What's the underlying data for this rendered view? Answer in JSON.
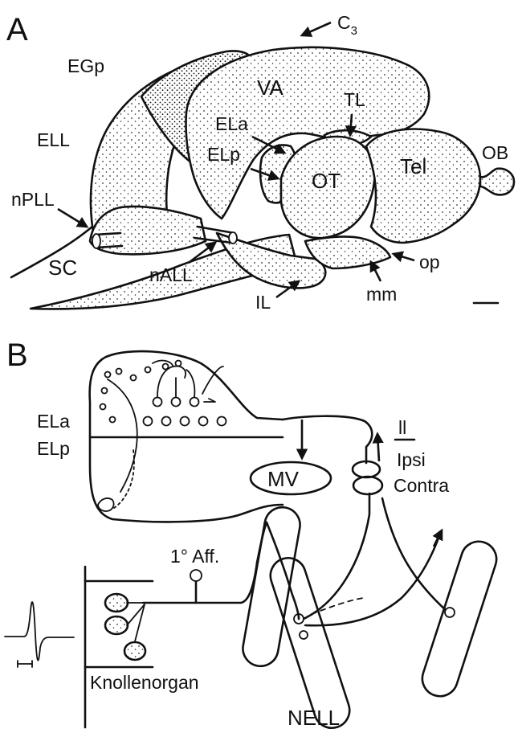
{
  "panel_a": {
    "letter": "A",
    "labels": {
      "c3_main": "C",
      "c3_sub": "3",
      "egp": "EGp",
      "ell": "ELL",
      "va": "VA",
      "tl": "TL",
      "ela": "ELa",
      "elp": "ELp",
      "ot": "OT",
      "tel": "Tel",
      "ob": "OB",
      "npll": "nPLL",
      "sc": "SC",
      "nall": "nALL",
      "il": "IL",
      "mm": "mm",
      "op": "op"
    }
  },
  "panel_b": {
    "letter": "B",
    "labels": {
      "ela": "ELa",
      "elp": "ELp",
      "mv": "MV",
      "ll": "ll",
      "ipsi": "Ipsi",
      "contra": "Contra",
      "aff": "1° Aff.",
      "knollenorgan": "Knollenorgan",
      "nell": "NELL"
    }
  }
}
